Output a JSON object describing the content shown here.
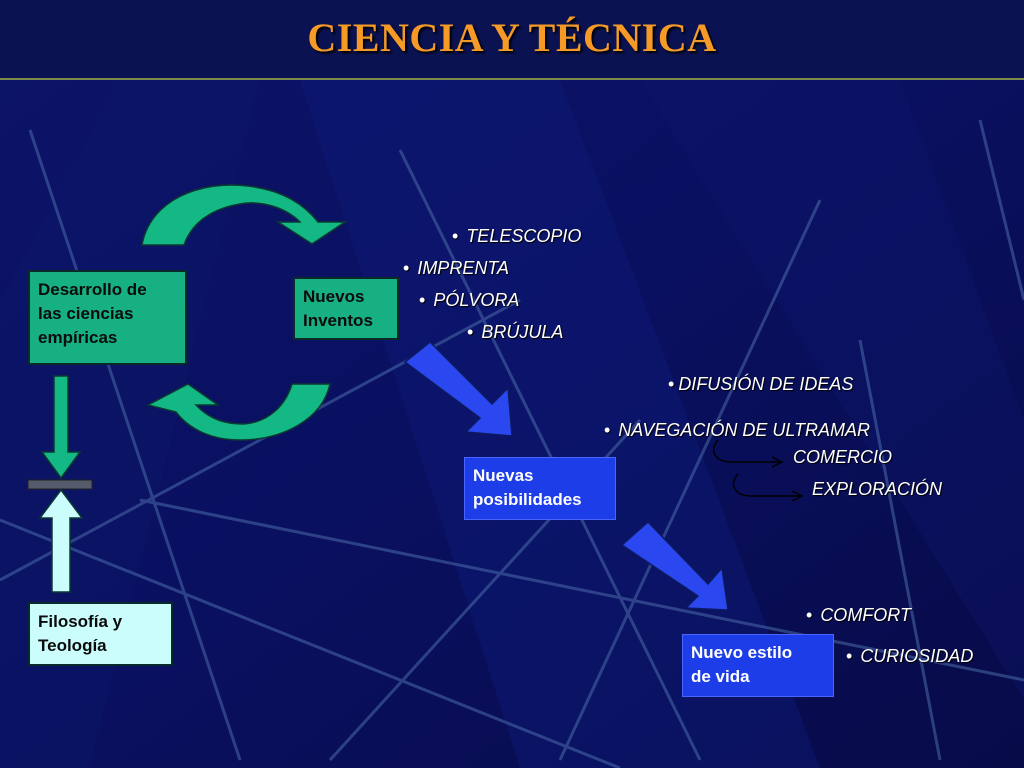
{
  "slide": {
    "title": "CIENCIA Y TÉCNICA",
    "colors": {
      "title": "#f59a26",
      "background": "#0a0f55",
      "green_box": "#16b083",
      "cyan_box": "#ccfdfd",
      "blue_box": "#1d3de8",
      "arrow_blue": "#2b48f0",
      "arrow_green": "#14b884"
    }
  },
  "boxes": {
    "ciencias": "Desarrollo de\nlas ciencias\nempíricas",
    "inventos": "Nuevos\nInventos",
    "filosofia": "Filosofía y\nTeología",
    "posibilidades": "Nuevas\nposibilidades",
    "estilo": "Nuevo estilo\nde vida"
  },
  "bullet": "•",
  "inventos_list": [
    "TELESCOPIO",
    "IMPRENTA",
    "PÓLVORA",
    "BRÚJULA"
  ],
  "posibilidades_list": {
    "difusion": "DIFUSIÓN DE IDEAS",
    "navegacion": "NAVEGACIÓN DE ULTRAMAR",
    "comercio": "COMERCIO",
    "exploracion": "EXPLORACIÓN"
  },
  "estilo_list": [
    "COMFORT",
    "CURIOSIDAD"
  ]
}
